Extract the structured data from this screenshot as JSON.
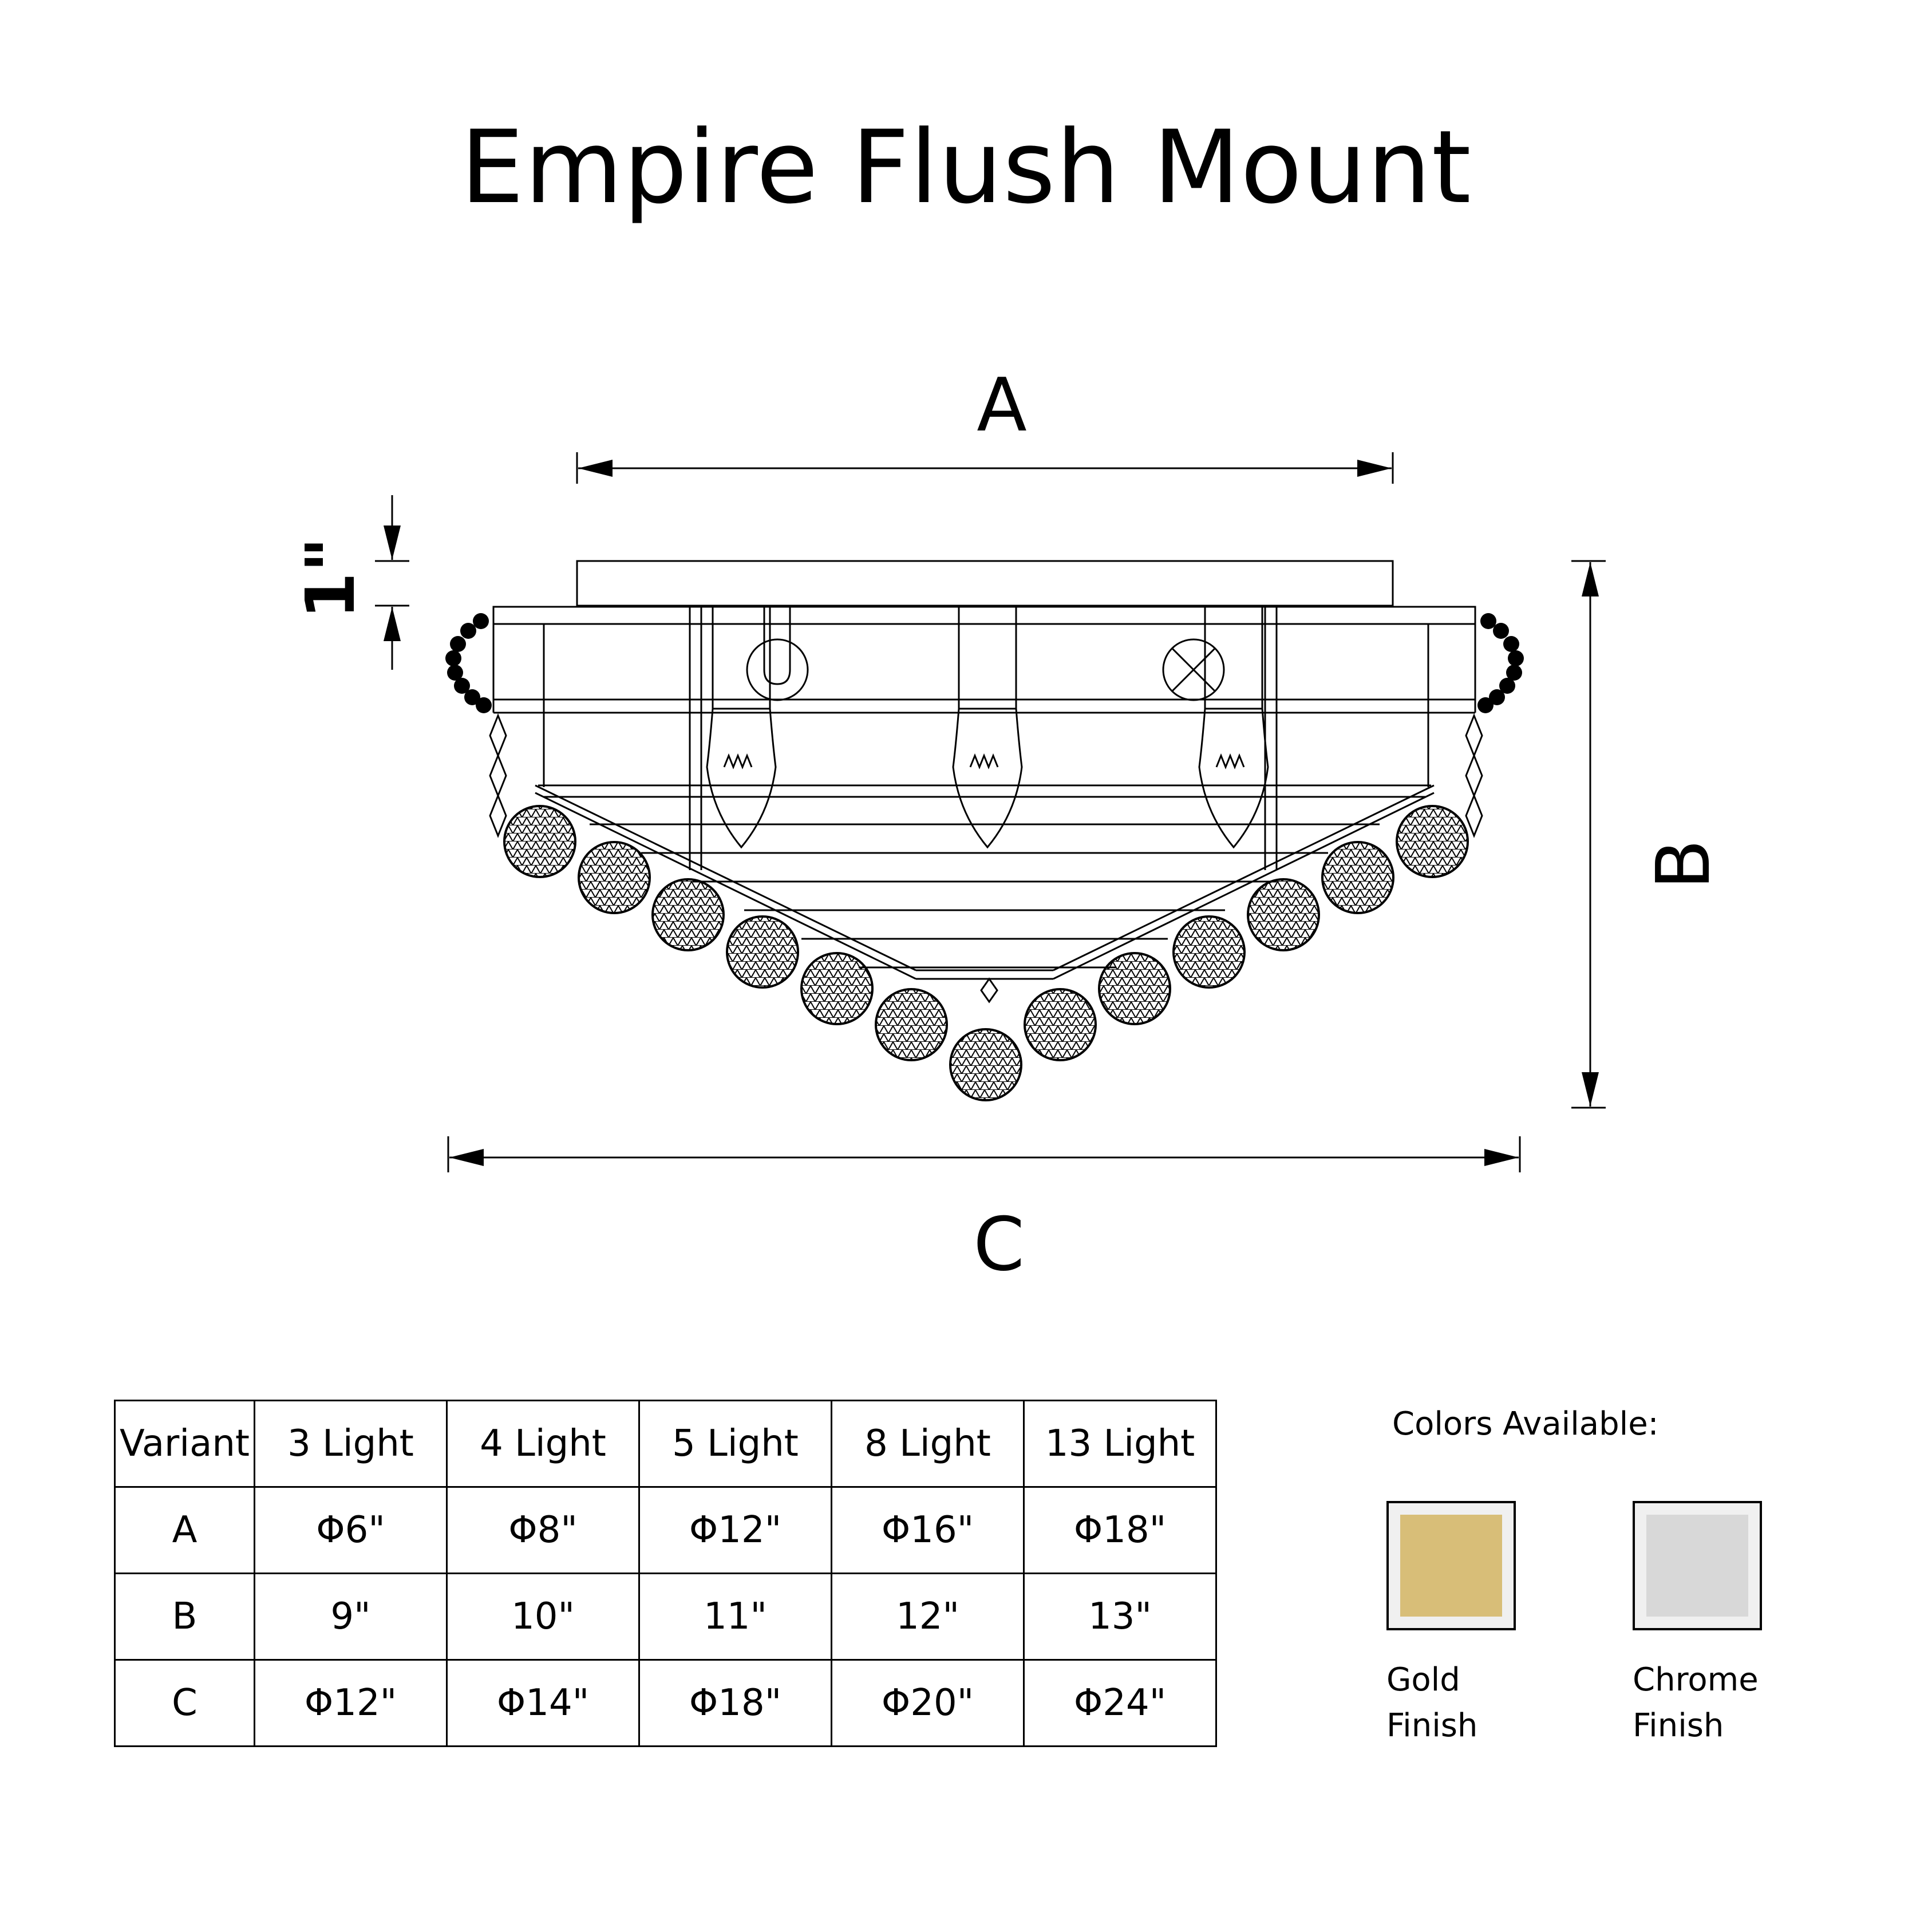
{
  "title": "Empire Flush Mount",
  "dimension_labels": {
    "a": "A",
    "b": "B",
    "c": "C",
    "canopy": "1\""
  },
  "table": {
    "header": [
      "Variant",
      "3 Light",
      "4 Light",
      "5 Light",
      "8 Light",
      "13 Light"
    ],
    "rows": [
      [
        "A",
        "Φ6\"",
        "Φ8\"",
        "Φ12\"",
        "Φ16\"",
        "Φ18\""
      ],
      [
        "B",
        "9\"",
        "10\"",
        "11\"",
        "12\"",
        "13\""
      ],
      [
        "C",
        "Φ12\"",
        "Φ14\"",
        "Φ18\"",
        "Φ20\"",
        "Φ24\""
      ]
    ]
  },
  "colors": {
    "label": "Colors Available:",
    "swatches": [
      {
        "name_line1": "Gold",
        "name_line2": "Finish",
        "color": "#d8be78"
      },
      {
        "name_line1": "Chrome",
        "name_line2": "Finish",
        "color": "#d8d8d8"
      }
    ]
  }
}
